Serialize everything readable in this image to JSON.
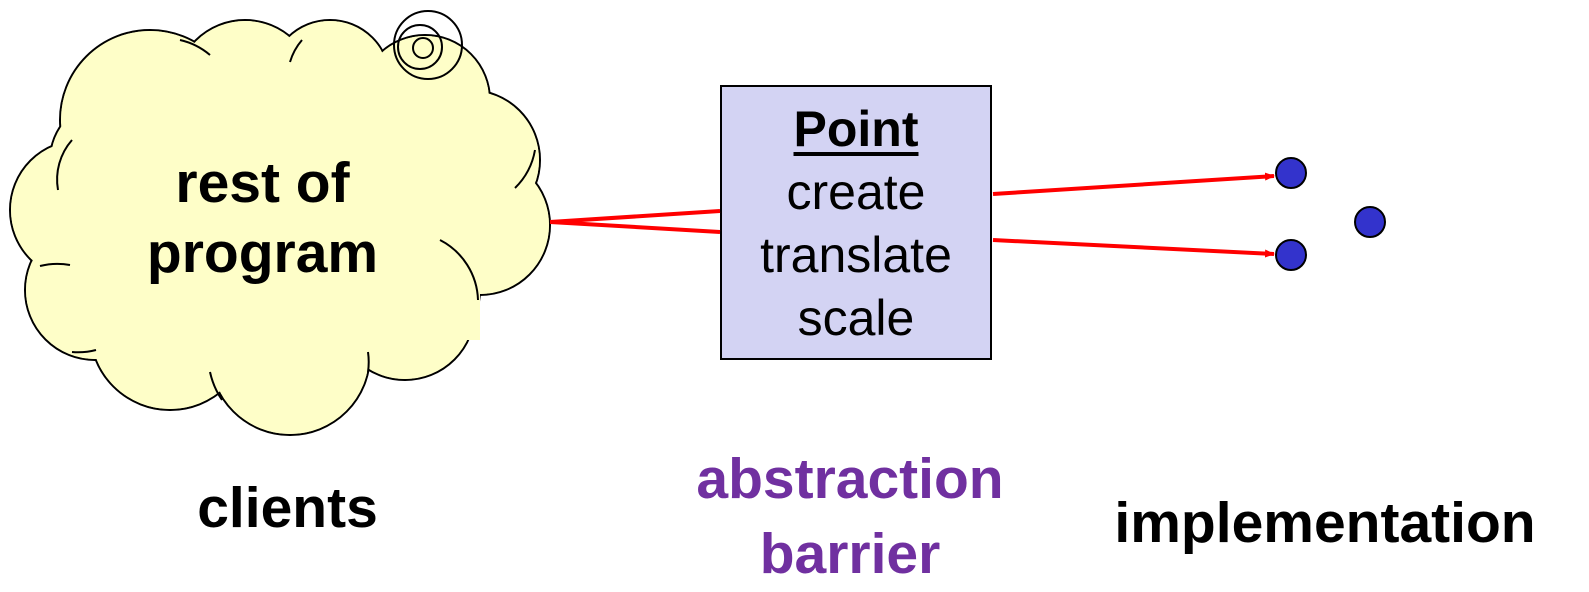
{
  "cloud": {
    "line1": "rest of",
    "line2": "program"
  },
  "box": {
    "title": "Point",
    "operations": [
      "create",
      "translate",
      "scale"
    ]
  },
  "labels": {
    "clients": "clients",
    "abstraction_line1": "abstraction",
    "abstraction_line2": "barrier",
    "implementation": "implementation"
  },
  "colors": {
    "cloud_fill": "#fefec8",
    "box_fill": "#d3d3f3",
    "arrow": "#ff0000",
    "dot": "#3333cc",
    "barrier_text": "#7030a0"
  }
}
